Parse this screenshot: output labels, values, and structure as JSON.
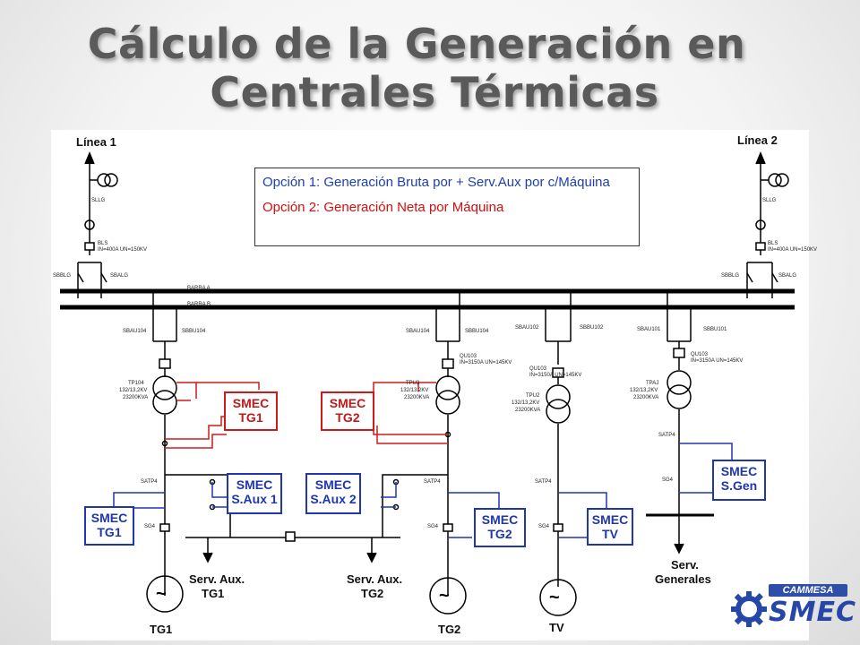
{
  "title": {
    "line1": "Cálculo de la Generación en",
    "line2": "Centrales Térmicas"
  },
  "options": {
    "option1": "Opción 1: Generación Bruta por + Serv.Aux por c/Máquina",
    "option2": "Opción 2: Generación Neta por Máquina"
  },
  "lines": {
    "line1": "Línea 1",
    "line2": "Línea 2"
  },
  "buses": {
    "barra_a": "BARRA A",
    "barra_b": "BARRA B"
  },
  "smec_boxes": {
    "tg1_red": "SMEC TG1",
    "tg2_red": "SMEC TG2",
    "saux1": "SMEC S.Aux 1",
    "saux2": "SMEC S.Aux 2",
    "tg1_blue": "SMEC TG1",
    "tg2_blue": "SMEC TG2",
    "tv": "SMEC TV",
    "sgen": "SMEC S.Gen"
  },
  "loads": {
    "serv_aux_tg1_a": "Serv. Aux.",
    "serv_aux_tg1_b": "TG1",
    "serv_aux_tg2_a": "Serv. Aux.",
    "serv_aux_tg2_b": "TG2",
    "serv_gen_a": "Serv.",
    "serv_gen_b": "Generales"
  },
  "generators": {
    "g1": "TG1",
    "g2": "TG2",
    "g3": "TV"
  },
  "tags": {
    "sllg": "SLLG",
    "sbalg": "SBALG",
    "sbblg": "SBBLG",
    "bls": "BLS",
    "bls_rating": "IN=400A UN=150KV",
    "sbau104": "SBAU104",
    "sbbu104": "SBBU104",
    "sbau102": "SBAU102",
    "sbbu102": "SBBU102",
    "sbau101": "SBAU101",
    "sbbu101": "SBBU101",
    "tp104": "TP104",
    "tp3": "TPU3",
    "tp2": "TPU2",
    "tpa": "TPAJ",
    "trafo_rating": "132/13,2KV",
    "trafo_power": "23200KVA",
    "satp4": "SATP4",
    "sg4": "SG4",
    "qu": "QU103",
    "qu_rating": "IN=3150A UN=145KV"
  },
  "logo": {
    "top": "CAMMESA",
    "word": "SMEC"
  },
  "colors": {
    "red": "#d01a1a",
    "blue": "#1f36b0",
    "title": "#5a5a5a"
  }
}
